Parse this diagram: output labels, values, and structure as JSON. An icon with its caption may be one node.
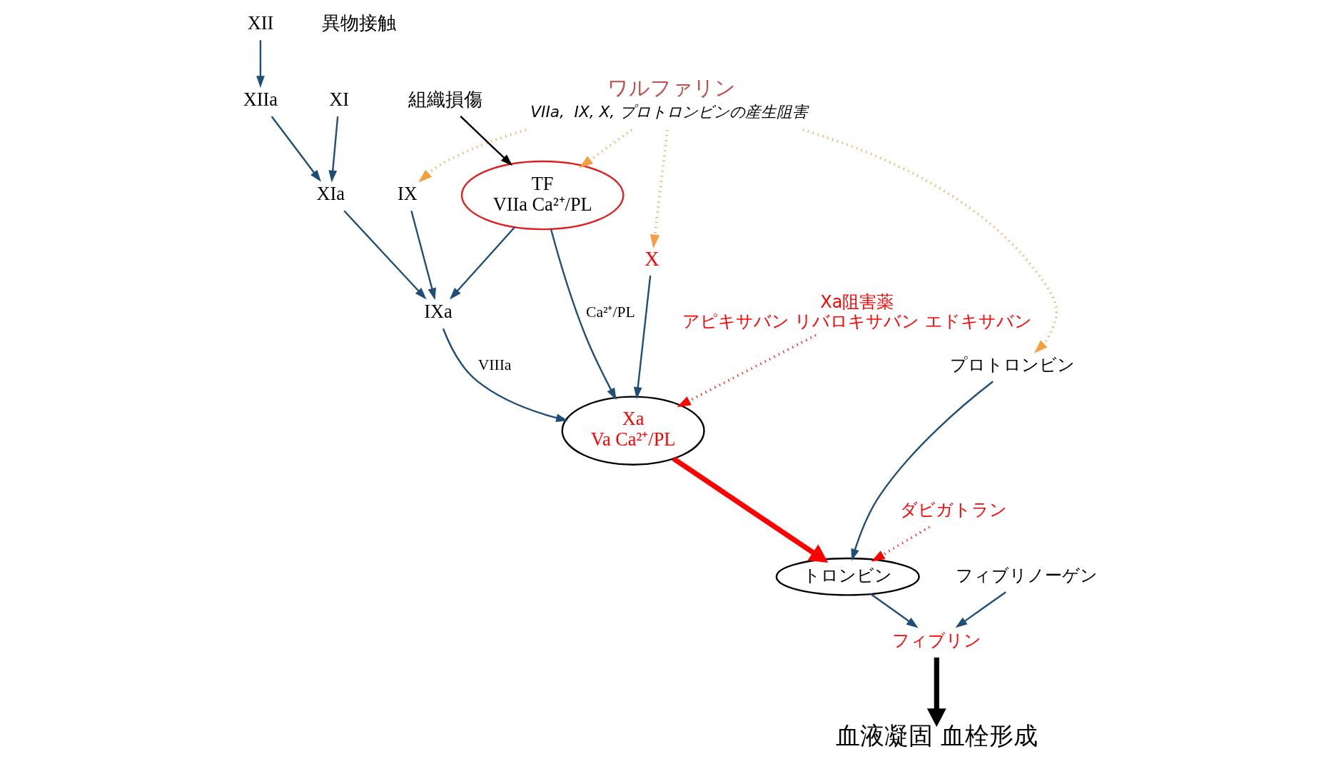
{
  "diagram": {
    "nodes": [
      {
        "text": [
          "XII"
        ]
      },
      {
        "text": [
          "XIIa"
        ]
      },
      {
        "text": [
          "XI"
        ]
      },
      {
        "text": [
          "XIa"
        ]
      },
      {
        "text": [
          "IX"
        ]
      },
      {
        "text": [
          "IXa"
        ]
      },
      {
        "text": [
          "TF",
          "VIIa Ca²⁺/PL"
        ]
      },
      {
        "text": [
          "組織損傷"
        ]
      },
      {
        "text": [
          "X"
        ]
      },
      {
        "text": [
          "Xa",
          "Va Ca²⁺/PL"
        ]
      },
      {
        "text": [
          "ワルファリン"
        ],
        "beside": [
          "VIIa,  IX, X, プロトロンビンの産生阻害"
        ]
      },
      {
        "text": [
          "プロトロンビン"
        ]
      },
      {
        "text": [
          "トロンビン"
        ]
      },
      {
        "text": [
          "フィブリノーゲン"
        ]
      },
      {
        "text": [
          "フィブリン"
        ]
      },
      {
        "text": [
          "血液凝固 血栓形成"
        ]
      },
      {
        "text": [
          "Xa阻害薬",
          "アピキサバン リバロキサバン エドキサバン"
        ]
      },
      {
        "text": [
          "ダビガトラン"
        ]
      }
    ],
    "edges": [
      {
        "from": 0,
        "to": 1,
        "arrow": "to"
      },
      {
        "from": 1,
        "to": 3,
        "arrow": "to"
      },
      {
        "from": 2,
        "to": 3,
        "arrow": "to"
      },
      {
        "from": 3,
        "to": 5,
        "arrow": "to"
      },
      {
        "from": 4,
        "to": 5,
        "arrow": "to"
      },
      {
        "from": 6,
        "to": 5,
        "arrow": "to"
      },
      {
        "from": 6,
        "to": 9,
        "arrow": "to",
        "label": "Ca²⁺/PL"
      },
      {
        "from": 5,
        "to": 9,
        "arrow": "to",
        "label": "VIIIa"
      },
      {
        "from": 8,
        "to": 9,
        "arrow": "to"
      },
      {
        "from": 9,
        "to": 12,
        "arrow": "to",
        "color": "#ff0000",
        "style": "thick"
      },
      {
        "from": 11,
        "to": 12,
        "arrow": "to"
      },
      {
        "from": 12,
        "to": 14,
        "arrow": "to"
      },
      {
        "from": 13,
        "to": 14,
        "arrow": "to"
      },
      {
        "from": 14,
        "to": 15,
        "arrow": "to",
        "color": "#000000",
        "style": "thick"
      },
      {
        "from": 7,
        "to": 6,
        "arrow": "to",
        "color": "#000000"
      },
      {
        "from": 10,
        "to": 4,
        "arrow": "to",
        "style": "dashed",
        "color": "#f4a040"
      },
      {
        "from": 10,
        "to": 6,
        "arrow": "to",
        "style": "dashed",
        "color": "#f4a040"
      },
      {
        "from": 10,
        "to": 8,
        "arrow": "to",
        "style": "dashed",
        "color": "#f4a040"
      },
      {
        "from": 10,
        "to": 11,
        "arrow": "to",
        "style": "dashed",
        "color": "#f4a040"
      },
      {
        "from": 16,
        "to": 9,
        "arrow": "to",
        "style": "dashed",
        "color": "#ff0000"
      },
      {
        "from": 17,
        "to": 12,
        "arrow": "to",
        "style": "dashed",
        "color": "#ff0000"
      }
    ],
    "labels": [
      "異物接触"
    ]
  }
}
